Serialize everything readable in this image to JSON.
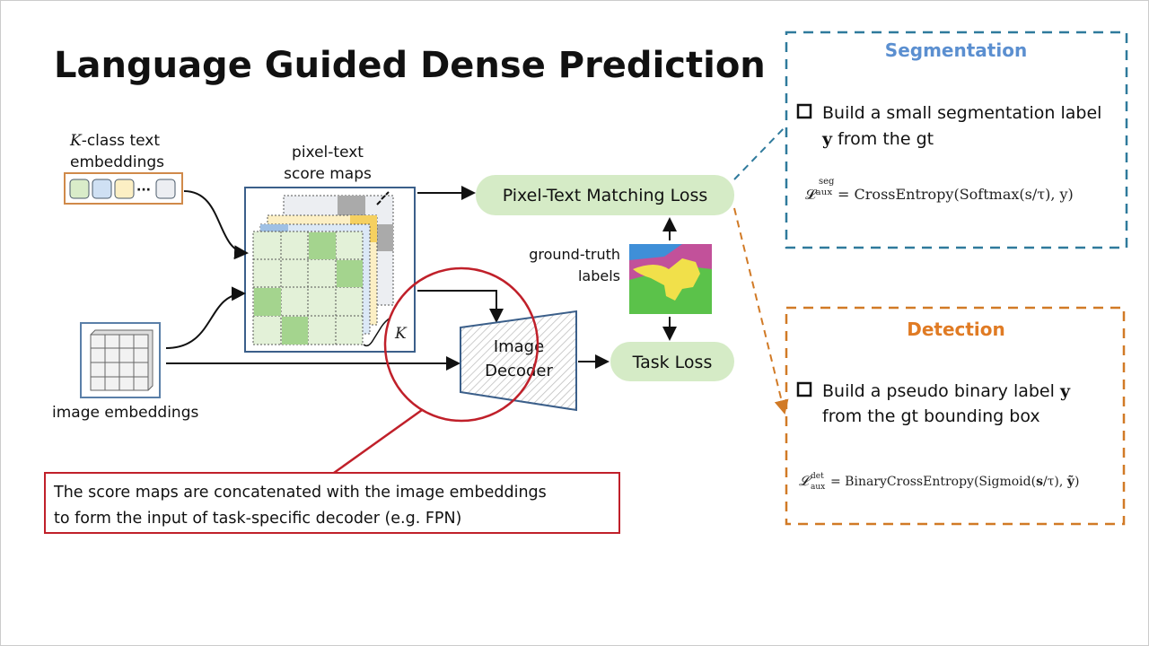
{
  "title": "Language Guided Dense Prediction",
  "text_embeddings": {
    "label_var": "K",
    "label_line1": "-class text",
    "label_line2": "embeddings",
    "ellipsis": "···"
  },
  "image_embeddings": {
    "label": "image embeddings"
  },
  "score_maps": {
    "label_line1": "pixel-text",
    "label_line2": "score maps",
    "k_label": "K"
  },
  "pixel_text_loss": {
    "label": "Pixel-Text Matching Loss"
  },
  "task_loss": {
    "label": "Task Loss"
  },
  "ground_truth": {
    "label_line1": "ground-truth",
    "label_line2": "labels"
  },
  "decoder": {
    "label_line1": "Image",
    "label_line2": "Decoder"
  },
  "callout": {
    "line1": "The score maps are concatenated with the image embeddings",
    "line2": "to form the input of task-specific decoder (e.g. FPN)"
  },
  "segmentation": {
    "title": "Segmentation",
    "bullet_line1": "Build a small segmentation label",
    "bullet_line2_bold": "y",
    "bullet_line2": " from the gt",
    "formula": "𝓛ᵃᵘˣ = CrossEntropy(Softmax(s/τ), y)",
    "formula_sup": "seg"
  },
  "detection": {
    "title": "Detection",
    "bullet_line1": "Build a pseudo binary label ",
    "bullet_line1_bold": "y",
    "bullet_line2": "from the gt bounding box",
    "formula": "= BinaryCrossEntropy(Sigmoid(s/τ), ỹ)",
    "formula_sup": "det"
  },
  "colors": {
    "segmentation": "#2f7a9c",
    "segmentation_title": "#5b8fd0",
    "detection": "#d17a26",
    "loss_pill": "#d5ebc6",
    "callout": "#c0202a",
    "map_border": "#3b5f8a"
  }
}
